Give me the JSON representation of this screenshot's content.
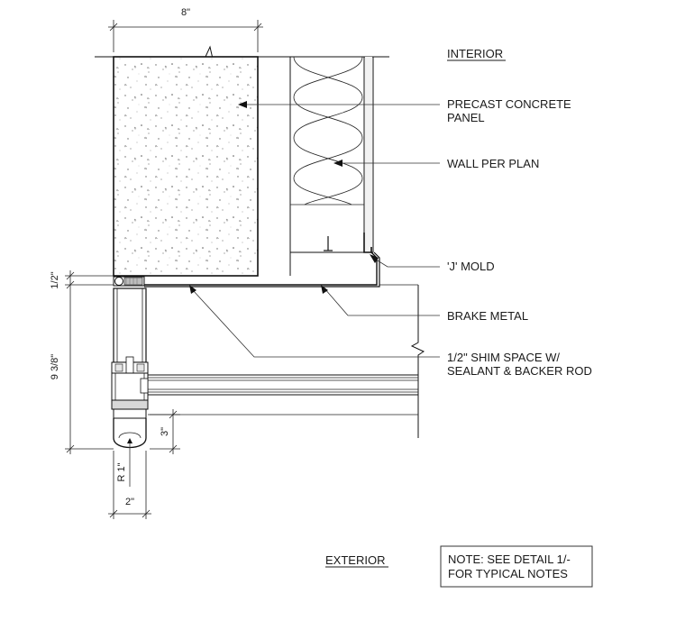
{
  "labels": {
    "interior": "INTERIOR",
    "exterior": "EXTERIOR",
    "precast_line1": "PRECAST CONCRETE",
    "precast_line2": "PANEL",
    "wall_per_plan": "WALL PER PLAN",
    "j_mold": "'J' MOLD",
    "brake_metal": "BRAKE METAL",
    "shim_line1": "1/2\" SHIM SPACE W/",
    "shim_line2": "SEALANT & BACKER ROD"
  },
  "dimensions": {
    "top_width": "8\"",
    "half_inch": "1/2\"",
    "frame_height": "9 3/8\"",
    "three_inch": "3\"",
    "radius": "R 1\"",
    "bottom_width": "2\""
  },
  "note": {
    "line1": "NOTE: SEE DETAIL 1/-",
    "line2": "FOR TYPICAL NOTES"
  }
}
